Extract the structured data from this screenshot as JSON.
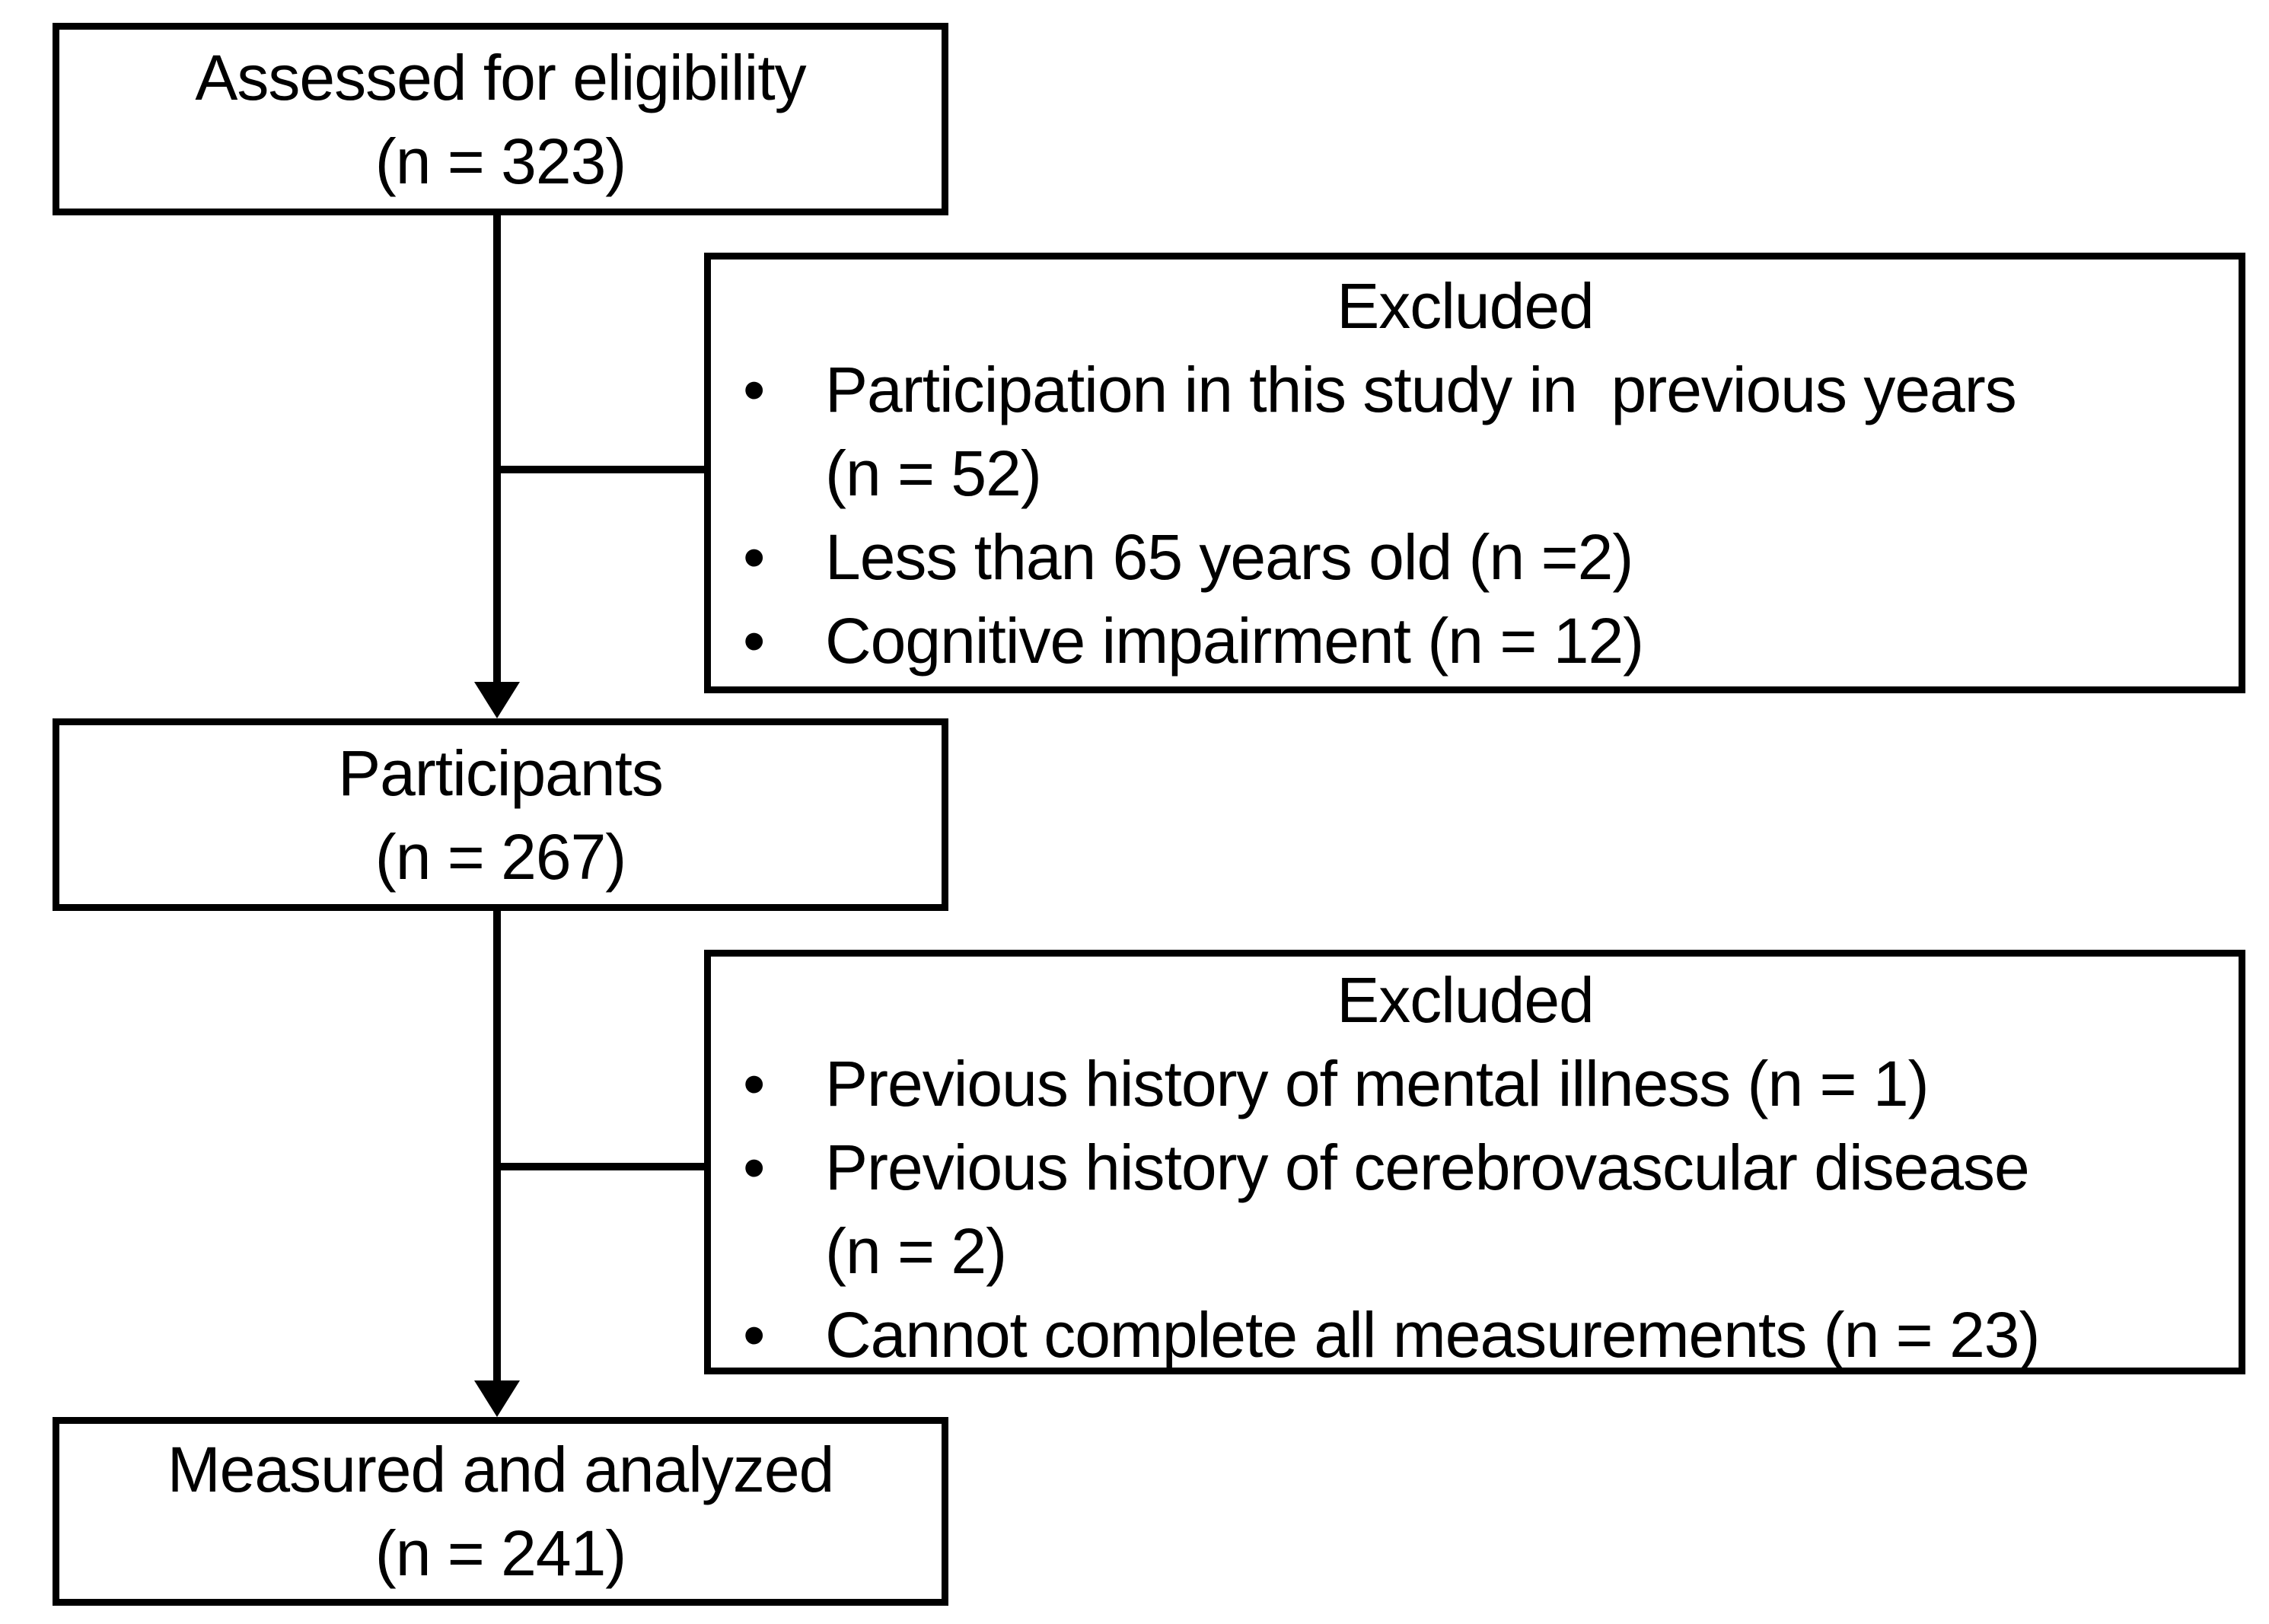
{
  "diagram": {
    "assessed": {
      "line1": "Assessed for eligibility",
      "line2": "(n = 323)"
    },
    "excluded1": {
      "title": "Excluded",
      "bullets": [
        [
          "Participation in this study in  previous years",
          "(n = 52)"
        ],
        [
          "Less than 65 years old (n =2)"
        ],
        [
          "Cognitive impairment (n = 12)"
        ]
      ]
    },
    "participants": {
      "line1": "Participants",
      "line2": "(n = 267)"
    },
    "excluded2": {
      "title": "Excluded",
      "bullets": [
        [
          "Previous history of mental illness (n = 1)"
        ],
        [
          "Previous history of cerebrovascular disease",
          "(n = 2)"
        ],
        [
          "Cannot complete all measurements (n = 23)"
        ]
      ]
    },
    "analyzed": {
      "line1": "Measured and analyzed",
      "line2": "(n = 241)"
    },
    "colors": {
      "line": "#000000",
      "text": "#000000",
      "background": "#ffffff"
    }
  }
}
